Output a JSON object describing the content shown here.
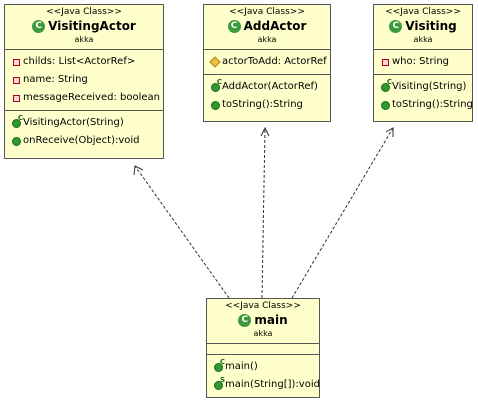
{
  "classes": {
    "visiting_actor": {
      "stereotype": "<<Java Class>>",
      "icon": "C",
      "name": "VisitingActor",
      "package": "akka",
      "fields": [
        {
          "visibility": "private",
          "text": "childs: List<ActorRef>"
        },
        {
          "visibility": "private",
          "text": "name: String"
        },
        {
          "visibility": "private",
          "text": "messageReceived: boolean"
        }
      ],
      "methods": [
        {
          "visibility": "public",
          "modifier": "C",
          "text": "VisitingActor(String)"
        },
        {
          "visibility": "public",
          "modifier": "",
          "text": "onReceive(Object):void"
        }
      ]
    },
    "add_actor": {
      "stereotype": "<<Java Class>>",
      "icon": "C",
      "name": "AddActor",
      "package": "akka",
      "fields": [
        {
          "visibility": "protected",
          "text": "actorToAdd: ActorRef"
        }
      ],
      "methods": [
        {
          "visibility": "public",
          "modifier": "C",
          "text": "AddActor(ActorRef)"
        },
        {
          "visibility": "public",
          "modifier": "",
          "text": "toString():String"
        }
      ]
    },
    "visiting": {
      "stereotype": "<<Java Class>>",
      "icon": "C",
      "name": "Visiting",
      "package": "akka",
      "fields": [
        {
          "visibility": "private",
          "text": "who: String"
        }
      ],
      "methods": [
        {
          "visibility": "public",
          "modifier": "C",
          "text": "Visiting(String)"
        },
        {
          "visibility": "public",
          "modifier": "",
          "text": "toString():String"
        }
      ]
    },
    "main": {
      "stereotype": "<<Java Class>>",
      "icon": "C",
      "name": "main",
      "package": "akka",
      "fields": [],
      "methods": [
        {
          "visibility": "public",
          "modifier": "C",
          "text": "main()"
        },
        {
          "visibility": "public",
          "modifier": "S",
          "text": "main(String[]):void"
        }
      ]
    }
  },
  "colors": {
    "class_fill": "#ffffcc",
    "border": "#555555",
    "class_icon": "#3c9a3c",
    "private_icon": "#b00020",
    "protected_icon": "#f0c040",
    "public_icon": "#2e9a2e"
  }
}
